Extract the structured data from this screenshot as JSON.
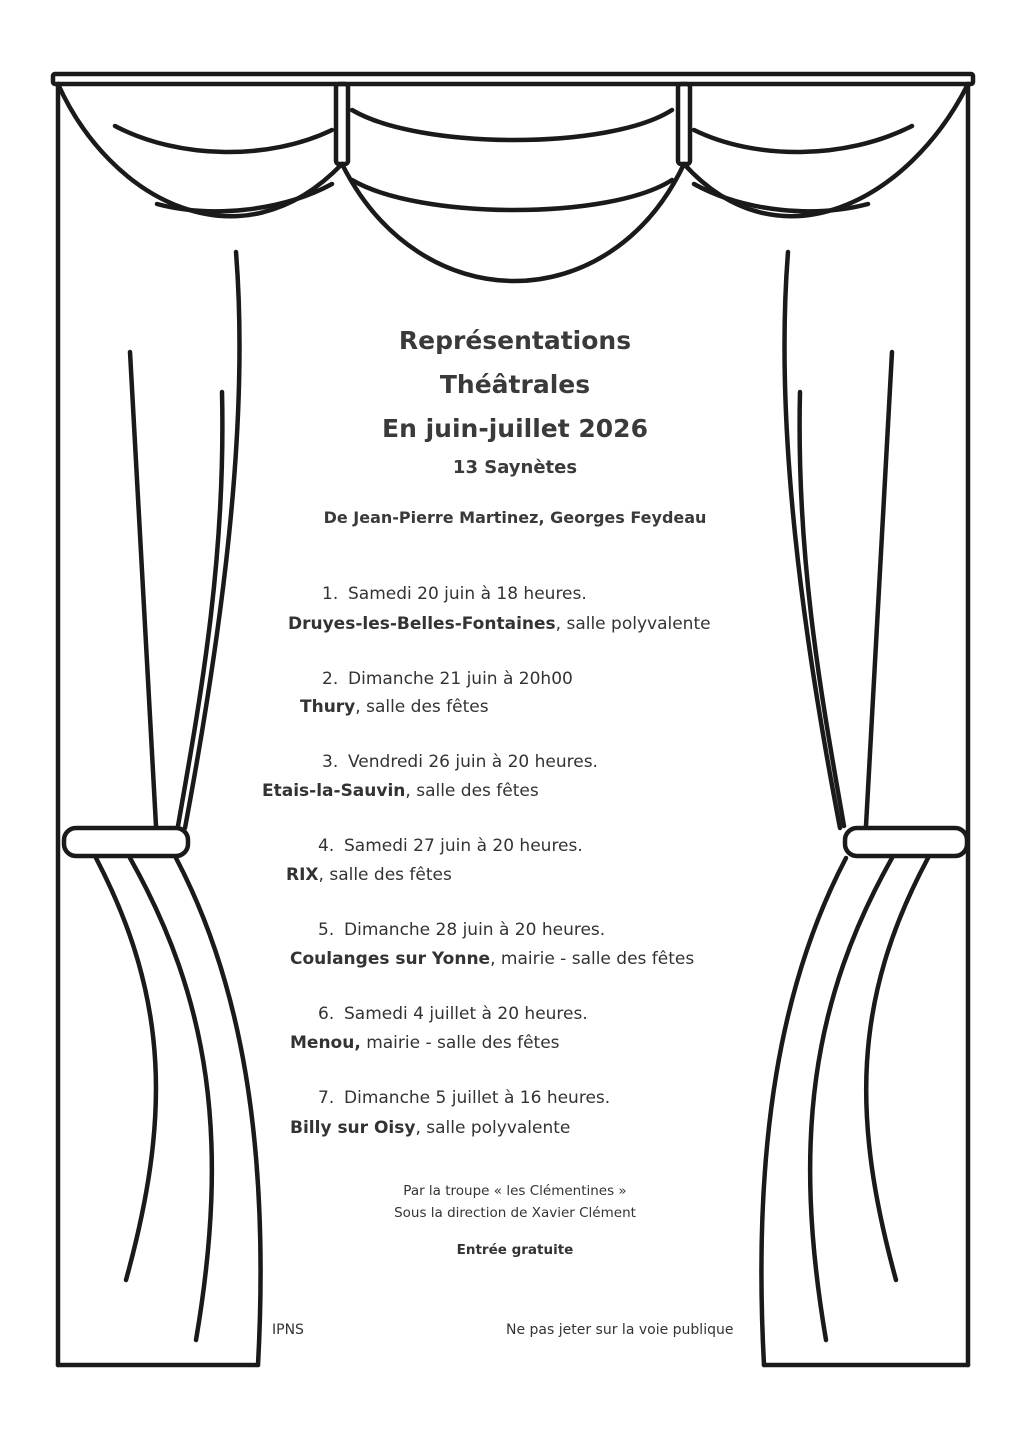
{
  "title": {
    "line1": "Représentations",
    "line2": "Théâtrales",
    "line3": "En juin-juillet 2026"
  },
  "subtitle": "13 Saynètes",
  "authors": "De Jean-Pierre Martinez, Georges Feydeau",
  "events": [
    {
      "number": "1.",
      "date": "Samedi 20 juin à 18 heures.",
      "place": "Druyes-les-Belles-Fontaines",
      "venue": ", salle polyvalente"
    },
    {
      "number": "2.",
      "date": "Dimanche 21 juin à 20h00",
      "place": "Thury",
      "venue": ", salle des fêtes"
    },
    {
      "number": "3.",
      "date": "Vendredi 26 juin à 20 heures.",
      "place": "Etais-la-Sauvin",
      "venue": ", salle des fêtes"
    },
    {
      "number": "4.",
      "date": "Samedi 27 juin à 20 heures.",
      "place": "RIX",
      "venue": ", salle des fêtes"
    },
    {
      "number": "5.",
      "date": "Dimanche 28 juin à 20 heures.",
      "place": "Coulanges sur Yonne",
      "venue": ", mairie - salle des fêtes"
    },
    {
      "number": "6.",
      "date": "Samedi 4 juillet à 20 heures.",
      "place": "Menou,",
      "venue": " mairie - salle des fêtes"
    },
    {
      "number": "7.",
      "date": "Dimanche 5 juillet à 16 heures.",
      "place": "Billy sur Oisy",
      "venue": ", salle polyvalente"
    }
  ],
  "troupe": "Par la troupe « les Clémentines »",
  "direction": "Sous la direction de Xavier Clément",
  "entry": "Entrée gratuite",
  "footer": {
    "left": "IPNS",
    "right": "Ne pas jeter sur la voie publique"
  }
}
